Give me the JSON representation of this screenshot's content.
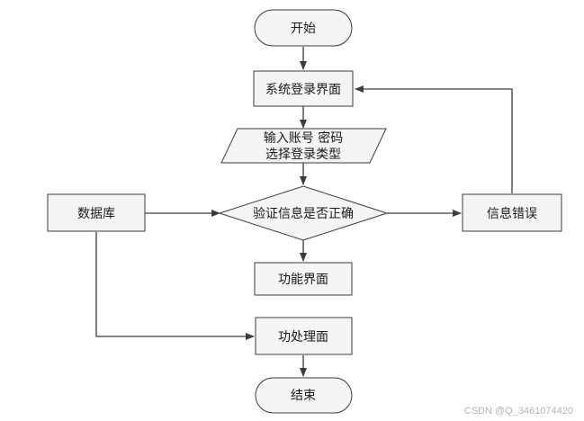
{
  "nodes": {
    "start": "开始",
    "login_page": "系统登录界面",
    "input_line1": "输入账号 密码",
    "input_line2": "选择登录类型",
    "verify": "验证信息是否正确",
    "database": "数据库",
    "error": "信息错误",
    "function_page": "功能界面",
    "processing_page": "功处理面",
    "end": "结束"
  },
  "watermark": "CSDN @Q_3461074420"
}
